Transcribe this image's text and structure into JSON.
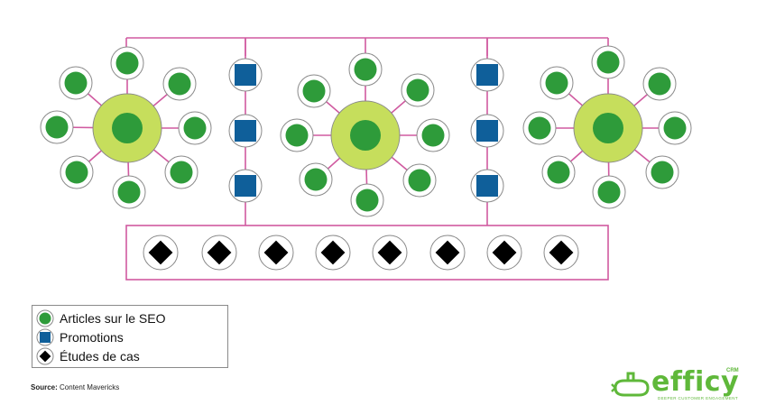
{
  "legend": {
    "items": [
      {
        "label": "Articles sur le SEO",
        "shape": "circle",
        "color": "#2e9b3a"
      },
      {
        "label": "Promotions",
        "shape": "square",
        "color": "#0f5f9a"
      },
      {
        "label": "Études de cas",
        "shape": "diamond",
        "color": "#000000"
      }
    ]
  },
  "source": {
    "prefix": "Source:",
    "text": "Content Mavericks"
  },
  "brand": {
    "name": "efficy",
    "suffix": "CRM",
    "tagline": "DEEPER CUSTOMER ENGAGEMENT"
  },
  "colors": {
    "link": "#d05aa0",
    "hub": "#c6de5c",
    "article": "#2e9b3a",
    "promo": "#0f5f9a",
    "case": "#000000",
    "ring": "#8a8a8a"
  }
}
